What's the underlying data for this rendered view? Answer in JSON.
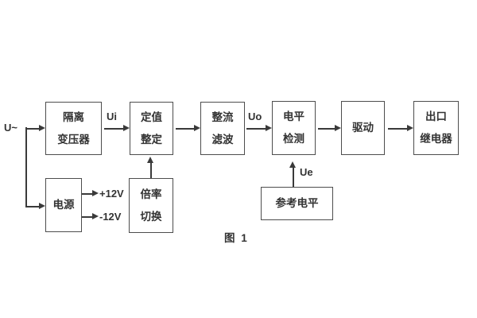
{
  "diagram": {
    "caption": "图 1",
    "source_label": "U~",
    "signal_labels": {
      "ui": "Ui",
      "uo": "Uo",
      "ue": "Ue",
      "plus_12v": "+12V",
      "minus_12v": "-12V"
    },
    "blocks": {
      "isolation_transformer": {
        "line1": "隔离",
        "line2": "变压器"
      },
      "setting_adjust": {
        "line1": "定值",
        "line2": "整定"
      },
      "rectifier_filter": {
        "line1": "整流",
        "line2": "滤波"
      },
      "level_detection": {
        "line1": "电平",
        "line2": "检测"
      },
      "drive": {
        "line1": "驱动"
      },
      "output_relay": {
        "line1": "出口",
        "line2": "继电器"
      },
      "power_supply": {
        "line1": "电源"
      },
      "ratio_switch": {
        "line1": "倍率",
        "line2": "切换"
      },
      "reference_level": {
        "line1": "参考电平"
      }
    },
    "colors": {
      "background": "#ffffff",
      "line": "#3a3a3a",
      "border": "#4d4d4d",
      "text": "#333333"
    }
  }
}
